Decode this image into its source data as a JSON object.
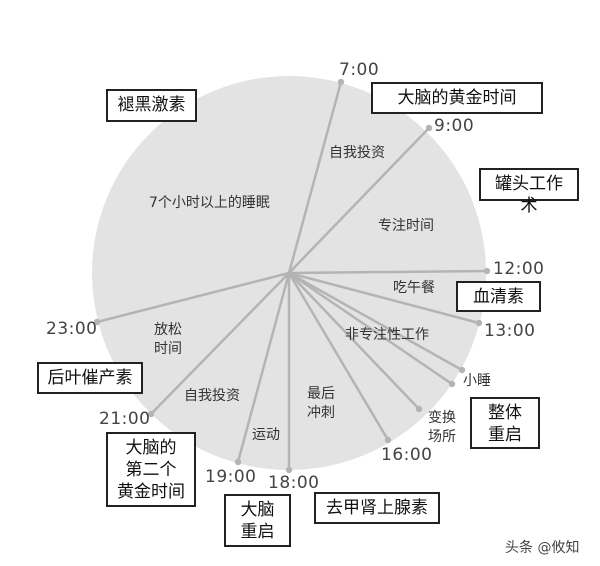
{
  "colors": {
    "disc": "#e3e3e3",
    "spoke": "#b4b4b4",
    "box_border": "#222222"
  },
  "times": {
    "t0700": "7:00",
    "t0900": "9:00",
    "t1200": "12:00",
    "t1300": "13:00",
    "t1600": "16:00",
    "t1800": "18:00",
    "t1900": "19:00",
    "t2100": "21:00",
    "t2300": "23:00"
  },
  "segments": {
    "sleep": "7个小时以上的睡眠",
    "self_invest_morning": "自我投资",
    "focus_time": "专注时间",
    "lunch": "吃午餐",
    "non_focus_work": "非专注性工作",
    "nap": "小睡",
    "change_place": "变换\n场所",
    "final_sprint": "最后\n冲刺",
    "exercise": "运动",
    "self_invest_evening": "自我投资",
    "relax": "放松\n时间"
  },
  "boxes": {
    "melatonin": "褪黑激素",
    "golden_time": "大脑的黄金时间",
    "canned_work": "罐头工作术",
    "serotonin": "血清素",
    "full_reboot": "整体\n重启",
    "posterior_pituitary": "后叶催产素",
    "second_golden": "大脑的\n第二个\n黄金时间",
    "brain_reboot": "大脑\n重启",
    "noradrenaline": "去甲肾上腺素"
  },
  "watermark": "头条 @攸知"
}
